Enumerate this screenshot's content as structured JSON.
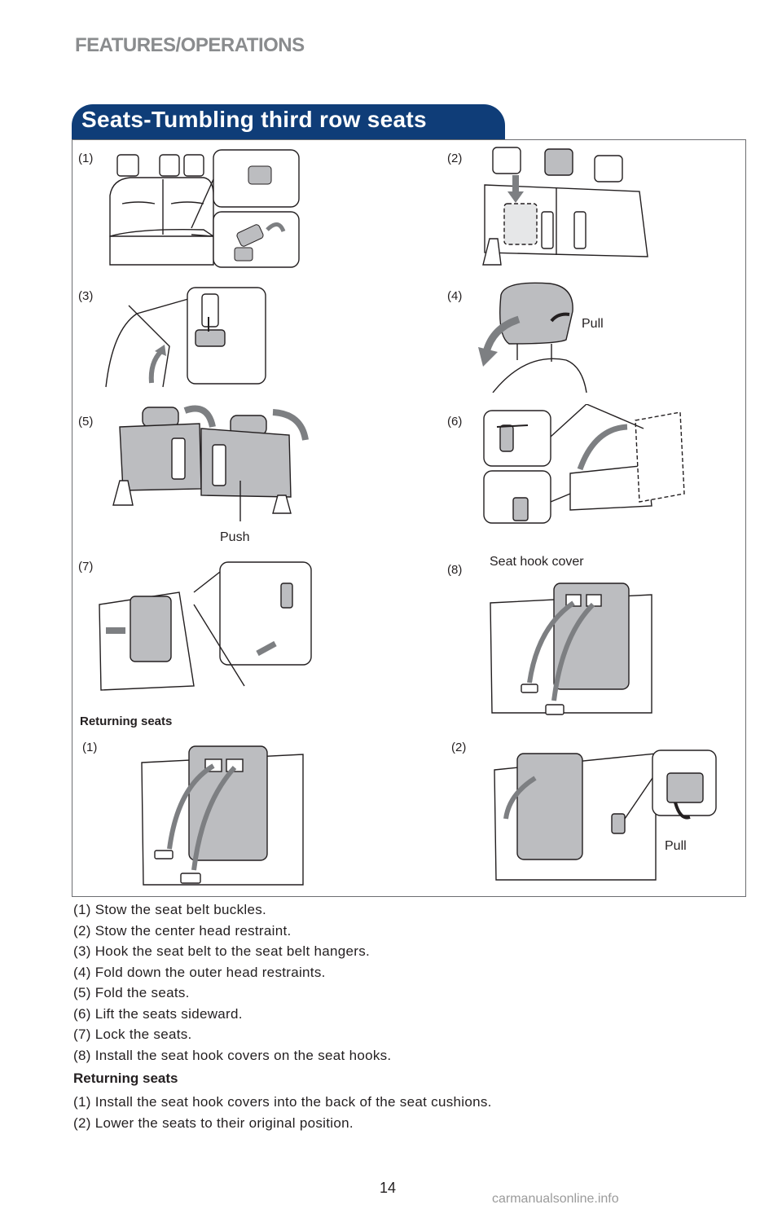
{
  "header": {
    "section": "FEATURES/OPERATIONS",
    "title": "Seats-Tumbling third row seats"
  },
  "figure": {
    "panel_labels": [
      "(1)",
      "(2)",
      "(3)",
      "(4)",
      "(5)",
      "(6)",
      "(7)",
      "(8)"
    ],
    "callouts": {
      "pull": "Pull",
      "push": "Push",
      "seat_hook_cover": "Seat hook cover"
    },
    "returning_heading": "Returning seats",
    "returning_labels": [
      "(1)",
      "(2)"
    ]
  },
  "steps": [
    "(1) Stow the seat belt buckles.",
    "(2) Stow the center head restraint.",
    "(3) Hook the seat belt to the seat belt hangers.",
    "(4) Fold down the outer head restraints.",
    "(5) Fold the seats.",
    "(6) Lift the seats sideward.",
    "(7) Lock the seats.",
    "(8) Install the seat hook covers on the seat hooks."
  ],
  "returning": {
    "title": "Returning seats",
    "steps": [
      "(1) Install the seat hook covers into the back of the seat cushions.",
      "(2) Lower the seats to their original position."
    ]
  },
  "page_number": "14",
  "watermark": "carmanualsonline.info",
  "colors": {
    "title_bar": "#0f3d78",
    "header_text": "#8a8c8e",
    "illustration_fill": "#bcbdc0",
    "arrow": "#7d7f82"
  }
}
